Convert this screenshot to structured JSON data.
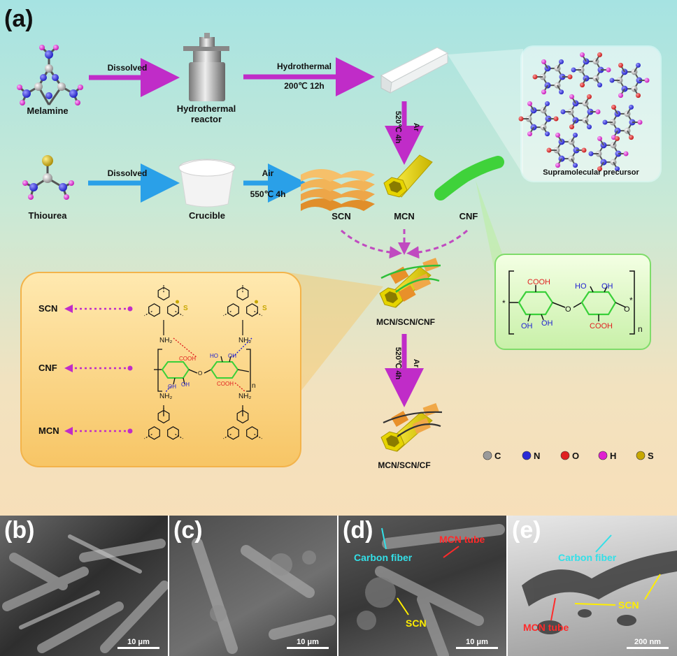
{
  "panel_a": {
    "label": "(a)",
    "melamine": "Melamine",
    "hydro_reactor_l1": "Hydrothermal",
    "hydro_reactor_l2": "reactor",
    "dissolved_1": "Dissolved",
    "hydrothermal": "Hydrothermal",
    "hydro_cond": "200℃ 12h",
    "vertical_1_ar": "Ar",
    "vertical_1_cond": "520℃ 4h",
    "supramolecular": "Supramolecular precursor",
    "thiourea": "Thiourea",
    "dissolved_2": "Dissolved",
    "crucible": "Crucible",
    "air": "Air",
    "air_cond": "550℃ 4h",
    "scn": "SCN",
    "mcn": "MCN",
    "cnf": "CNF",
    "composite": "MCN/SCN/CNF",
    "vertical_2_ar": "Ar",
    "vertical_2_cond": "520℃ 4h",
    "final": "MCN/SCN/CF",
    "left_scn": "SCN",
    "left_cnf": "CNF",
    "left_mcn": "MCN",
    "nh2": "NH₂",
    "s_atom": "S",
    "cooh": "COOH",
    "ho": "HO",
    "oh": "OH",
    "o": "O",
    "n_sub": "n",
    "legend": [
      {
        "label": "C",
        "color": "#9a9a9a"
      },
      {
        "label": "N",
        "color": "#2b2bd6"
      },
      {
        "label": "O",
        "color": "#e02020"
      },
      {
        "label": "H",
        "color": "#e020d0"
      },
      {
        "label": "S",
        "color": "#c8a800"
      }
    ]
  },
  "panels": [
    {
      "label": "(b)",
      "scale": "10 μm"
    },
    {
      "label": "(c)",
      "scale": "10 μm"
    },
    {
      "label": "(d)",
      "scale": "10 μm",
      "carbon_fiber": "Carbon fiber",
      "mcn_tube": "MCN tube",
      "scn": "SCN"
    },
    {
      "label": "(e)",
      "scale": "200 nm",
      "carbon_fiber": "Carbon fiber",
      "mcn_tube": "MCN tube",
      "scn": "SCN"
    }
  ],
  "colors": {
    "magenta_arrow": "#c02cc8",
    "blue_arrow": "#2aa0e8",
    "cyan_text": "#33e0e8",
    "red_text": "#ff2a2a",
    "yellow_text": "#ffee00"
  }
}
